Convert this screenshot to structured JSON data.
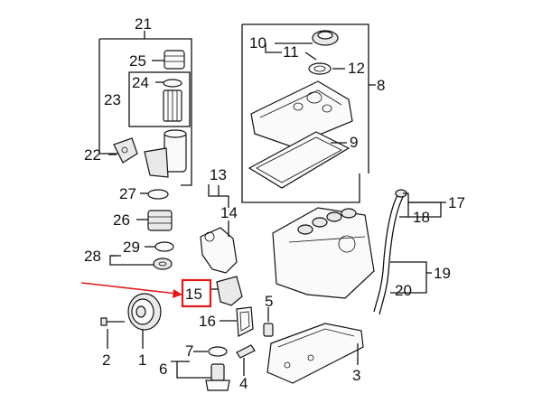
{
  "diagram": {
    "callouts": [
      {
        "id": "c1",
        "label": "1"
      },
      {
        "id": "c2",
        "label": "2"
      },
      {
        "id": "c3",
        "label": "3"
      },
      {
        "id": "c4",
        "label": "4"
      },
      {
        "id": "c5",
        "label": "5"
      },
      {
        "id": "c6",
        "label": "6"
      },
      {
        "id": "c7",
        "label": "7"
      },
      {
        "id": "c8",
        "label": "8"
      },
      {
        "id": "c9",
        "label": "9"
      },
      {
        "id": "c10",
        "label": "10"
      },
      {
        "id": "c11",
        "label": "11"
      },
      {
        "id": "c12",
        "label": "12"
      },
      {
        "id": "c13",
        "label": "13"
      },
      {
        "id": "c14",
        "label": "14"
      },
      {
        "id": "c15",
        "label": "15"
      },
      {
        "id": "c16",
        "label": "16"
      },
      {
        "id": "c17",
        "label": "17"
      },
      {
        "id": "c18",
        "label": "18"
      },
      {
        "id": "c19",
        "label": "19"
      },
      {
        "id": "c20",
        "label": "20"
      },
      {
        "id": "c21",
        "label": "21"
      },
      {
        "id": "c22",
        "label": "22"
      },
      {
        "id": "c23",
        "label": "23"
      },
      {
        "id": "c24",
        "label": "24"
      },
      {
        "id": "c25",
        "label": "25"
      },
      {
        "id": "c26",
        "label": "26"
      },
      {
        "id": "c27",
        "label": "27"
      },
      {
        "id": "c28",
        "label": "28"
      },
      {
        "id": "c29",
        "label": "29"
      }
    ],
    "highlight": {
      "label_id": "c15",
      "box_color": "#e0191b",
      "arrow_color": "#e0191b"
    }
  }
}
